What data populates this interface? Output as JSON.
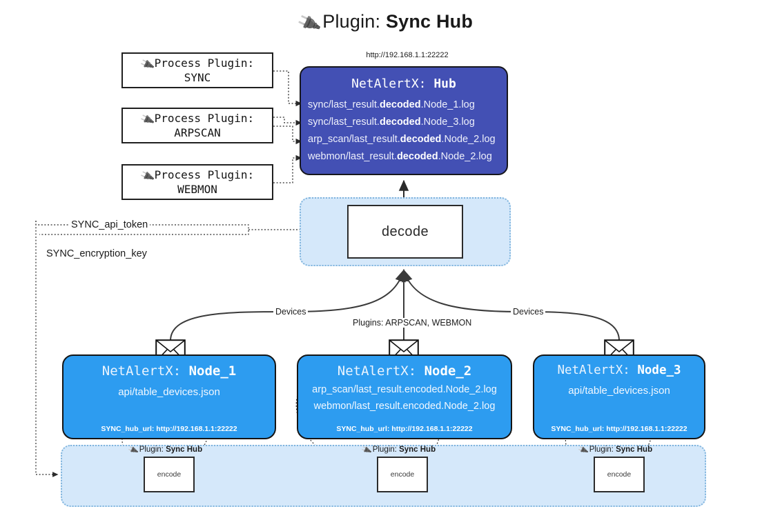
{
  "title": {
    "icon": "plug-icon",
    "lead": "Plugin: ",
    "strong": "Sync Hub"
  },
  "hub": {
    "url": "http://192.168.1.1:22222",
    "header_lead": "NetAlertX: ",
    "header_strong": "Hub",
    "rows": [
      {
        "pre": "sync/last_result.",
        "mid": "decoded",
        "post": ".Node_1.log"
      },
      {
        "pre": "sync/last_result.",
        "mid": "decoded",
        "post": ".Node_3.log"
      },
      {
        "pre": "arp_scan/last_result.",
        "mid": "decoded",
        "post": ".Node_2.log"
      },
      {
        "pre": "webmon/last_result.",
        "mid": "decoded",
        "post": ".Node_2.log"
      }
    ]
  },
  "process_plugins": [
    {
      "line1": "Process Plugin:",
      "line2": "SYNC"
    },
    {
      "line1": "Process Plugin:",
      "line2": "ARPSCAN"
    },
    {
      "line1": "Process Plugin:",
      "line2": "WEBMON"
    }
  ],
  "decode": {
    "label": "decode"
  },
  "settings": [
    {
      "label": "SYNC_api_token"
    },
    {
      "label": "SYNC_encryption_key"
    }
  ],
  "edge_labels": {
    "devices_left": "Devices",
    "plugins_center": "Plugins: ARPSCAN, WEBMON",
    "devices_right": "Devices"
  },
  "nodes": [
    {
      "header_lead": "NetAlertX: ",
      "header_strong": "Node_1",
      "lines": [
        "api/table_devices.json"
      ],
      "footer": "SYNC_hub_url: http://192.168.1.1:22222"
    },
    {
      "header_lead": "NetAlertX: ",
      "header_strong": "Node_2",
      "lines": [
        "arp_scan/last_result.encoded.Node_2.log",
        "webmon/last_result.encoded.Node_2.log"
      ],
      "footer": "SYNC_hub_url: http://192.168.1.1:22222"
    },
    {
      "header_lead": "NetAlertX: ",
      "header_strong": "Node_3",
      "lines": [
        "api/table_devices.json"
      ],
      "footer": "SYNC_hub_url: http://192.168.1.1:22222"
    }
  ],
  "encoders": [
    {
      "plugin_lead": "Plugin: ",
      "plugin_strong": "Sync Hub",
      "label": "encode"
    },
    {
      "plugin_lead": "Plugin: ",
      "plugin_strong": "Sync Hub",
      "label": "encode"
    },
    {
      "plugin_lead": "Plugin: ",
      "plugin_strong": "Sync Hub",
      "label": "encode"
    }
  ],
  "colors": {
    "hub_fill": "#4350b4",
    "node_fill": "#2d9cf0",
    "container_fill": "#d5e8fa",
    "container_border": "#7fb4dd",
    "stroke": "#2b2b2b"
  }
}
